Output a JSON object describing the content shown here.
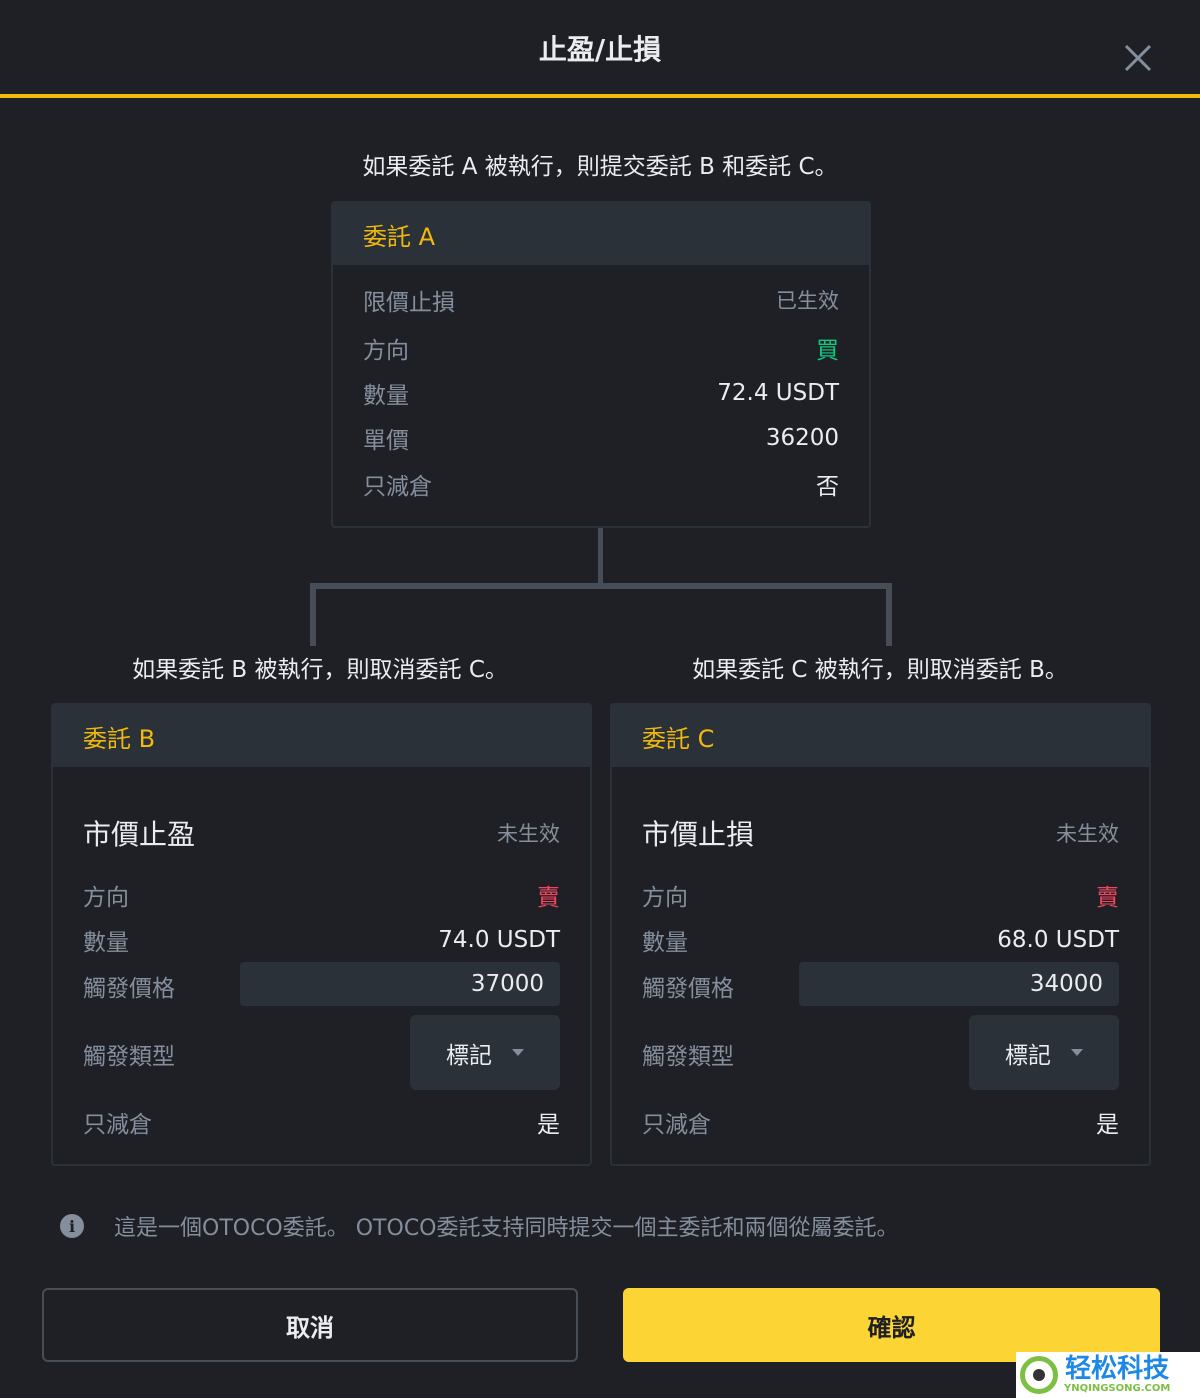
{
  "dialog": {
    "title": "止盈/止損",
    "close_icon": "close-icon"
  },
  "captions": {
    "top": "如果委託 A 被執行，則提交委託 B 和委託 C。",
    "left": "如果委託 B 被執行，則取消委託 C。",
    "right": "如果委託 C 被執行，則取消委託 B。"
  },
  "order_a": {
    "header": "委託 A",
    "type": "限價止損",
    "status": "已生效",
    "rows": [
      {
        "label": "方向",
        "value": "買",
        "color": "#0ecb81"
      },
      {
        "label": "數量",
        "value": "72.4 USDT"
      },
      {
        "label": "單價",
        "value": "36200"
      },
      {
        "label": "只減倉",
        "value": "否"
      }
    ]
  },
  "order_b": {
    "header": "委託 B",
    "type": "市價止盈",
    "status": "未生效",
    "direction_label": "方向",
    "direction_value": "賣",
    "quantity_label": "數量",
    "quantity_value": "74.0 USDT",
    "trigger_price_label": "觸發價格",
    "trigger_price_value": "37000",
    "trigger_type_label": "觸發類型",
    "trigger_type_value": "標記",
    "reduce_only_label": "只減倉",
    "reduce_only_value": "是"
  },
  "order_c": {
    "header": "委託 C",
    "type": "市價止損",
    "status": "未生效",
    "direction_label": "方向",
    "direction_value": "賣",
    "quantity_label": "數量",
    "quantity_value": "68.0 USDT",
    "trigger_price_label": "觸發價格",
    "trigger_price_value": "34000",
    "trigger_type_label": "觸發類型",
    "trigger_type_value": "標記",
    "reduce_only_label": "只減倉",
    "reduce_only_value": "是"
  },
  "info": {
    "icon": "i",
    "text": "這是一個OTOCO委託。 OTOCO委託支持同時提交一個主委託和兩個從屬委託。"
  },
  "buttons": {
    "cancel": "取消",
    "confirm": "確認"
  },
  "colors": {
    "accent": "#f0b90b",
    "buy": "#0ecb81",
    "sell": "#f6465d",
    "confirm_bg": "#fcd535"
  },
  "watermark": {
    "cn": "轻松科技",
    "en": "YNQINGSONG.COM"
  }
}
